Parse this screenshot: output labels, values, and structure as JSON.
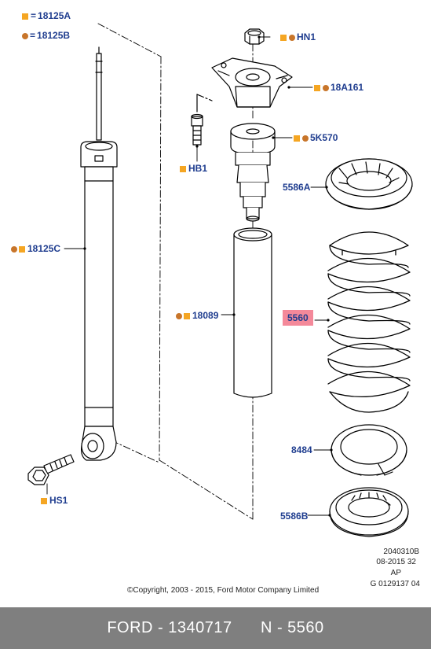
{
  "legend": {
    "square_label": "18125A",
    "dot_label": "18125B",
    "equals": "="
  },
  "parts": {
    "hn1": "HN1",
    "p18a161": "18A161",
    "hb1": "HB1",
    "p5k570": "5K570",
    "p5586a": "5586A",
    "p18125c": "18125C",
    "p18089": "18089",
    "p5560": "5560",
    "p8484": "8484",
    "hs1": "HS1",
    "p5586b": "5586B"
  },
  "meta": {
    "line1": "2040310B",
    "line2": "08-2015 32",
    "line3": "AP",
    "line4": "G 0129137 04",
    "copyright": "©Copyright, 2003 - 2015, Ford Motor Company Limited"
  },
  "footer": {
    "left": "FORD - 1340717",
    "right": "N - 5560"
  },
  "colors": {
    "label_blue": "#1f3d8f",
    "square_orange": "#f5a623",
    "dot_brown": "#c8752a",
    "highlight_pink": "#f4899a",
    "footer_gray": "#7f7f7f"
  }
}
